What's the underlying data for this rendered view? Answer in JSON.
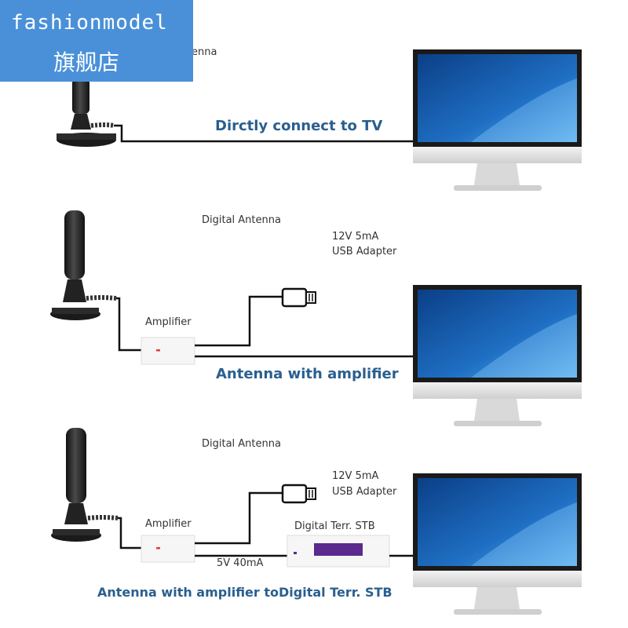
{
  "watermark": {
    "line1": "fashionmodel",
    "line2": "旗舰店"
  },
  "scene1": {
    "label_partial": "enna",
    "caption": "Dirctly connect to TV"
  },
  "scene2": {
    "label_antenna": "Digital Antenna",
    "label_adapter_line1": "12V 5mA",
    "label_adapter_line2": "USB Adapter",
    "label_amplifier": "Amplifier",
    "caption": "Antenna with amplifier"
  },
  "scene3": {
    "label_antenna": "Digital Antenna",
    "label_adapter_line1": "12V 5mA",
    "label_adapter_line2": "USB Adapter",
    "label_amplifier": "Amplifier",
    "label_stb": "Digital Terr. STB",
    "label_current": "5V 40mA",
    "caption": "Antenna with amplifier toDigital Terr. STB"
  },
  "colors": {
    "caption_blue": "#2a5f8f",
    "watermark_bg": "#4a90d9",
    "screen_blue": "#1f6fc4",
    "stb_purple": "#5a2a8c"
  }
}
